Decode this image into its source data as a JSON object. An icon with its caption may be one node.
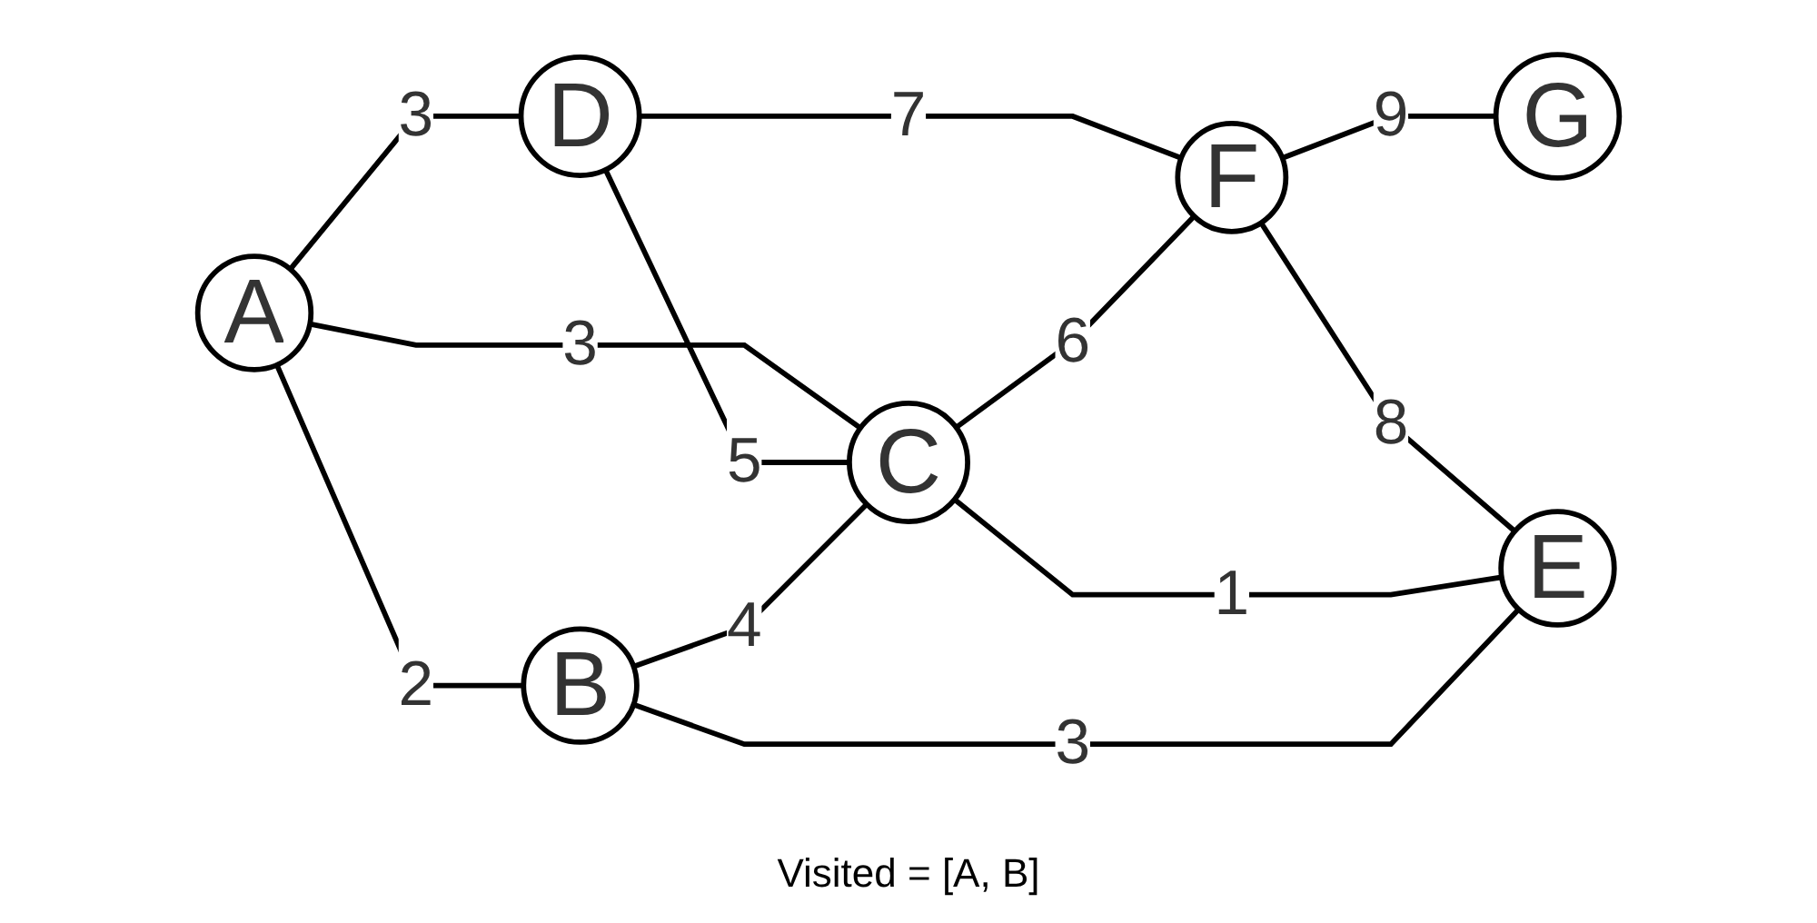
{
  "diagram": {
    "nodes": [
      {
        "text": [
          "A"
        ]
      },
      {
        "text": [
          "B"
        ]
      },
      {
        "text": [
          "C"
        ]
      },
      {
        "text": [
          "D"
        ]
      },
      {
        "text": [
          "E"
        ]
      },
      {
        "text": [
          "F"
        ]
      },
      {
        "text": [
          "G"
        ]
      }
    ],
    "edges": [
      {
        "from": 0,
        "to": 3,
        "arrow": "none",
        "label": "3"
      },
      {
        "from": 0,
        "to": 1,
        "arrow": "none",
        "label": "2"
      },
      {
        "from": 0,
        "to": 2,
        "arrow": "none",
        "label": "3"
      },
      {
        "from": 3,
        "to": 2,
        "arrow": "none",
        "label": "5"
      },
      {
        "from": 3,
        "to": 5,
        "arrow": "none",
        "label": "7"
      },
      {
        "from": 5,
        "to": 6,
        "arrow": "none",
        "label": "9"
      },
      {
        "from": 2,
        "to": 5,
        "arrow": "none",
        "label": "6"
      },
      {
        "from": 5,
        "to": 4,
        "arrow": "none",
        "label": "8"
      },
      {
        "from": 1,
        "to": 2,
        "arrow": "none",
        "label": "4"
      },
      {
        "from": 2,
        "to": 4,
        "arrow": "none",
        "label": "1"
      },
      {
        "from": 1,
        "to": 4,
        "arrow": "none",
        "label": "3"
      }
    ],
    "labels": [
      "Visited = [A, B]"
    ]
  }
}
